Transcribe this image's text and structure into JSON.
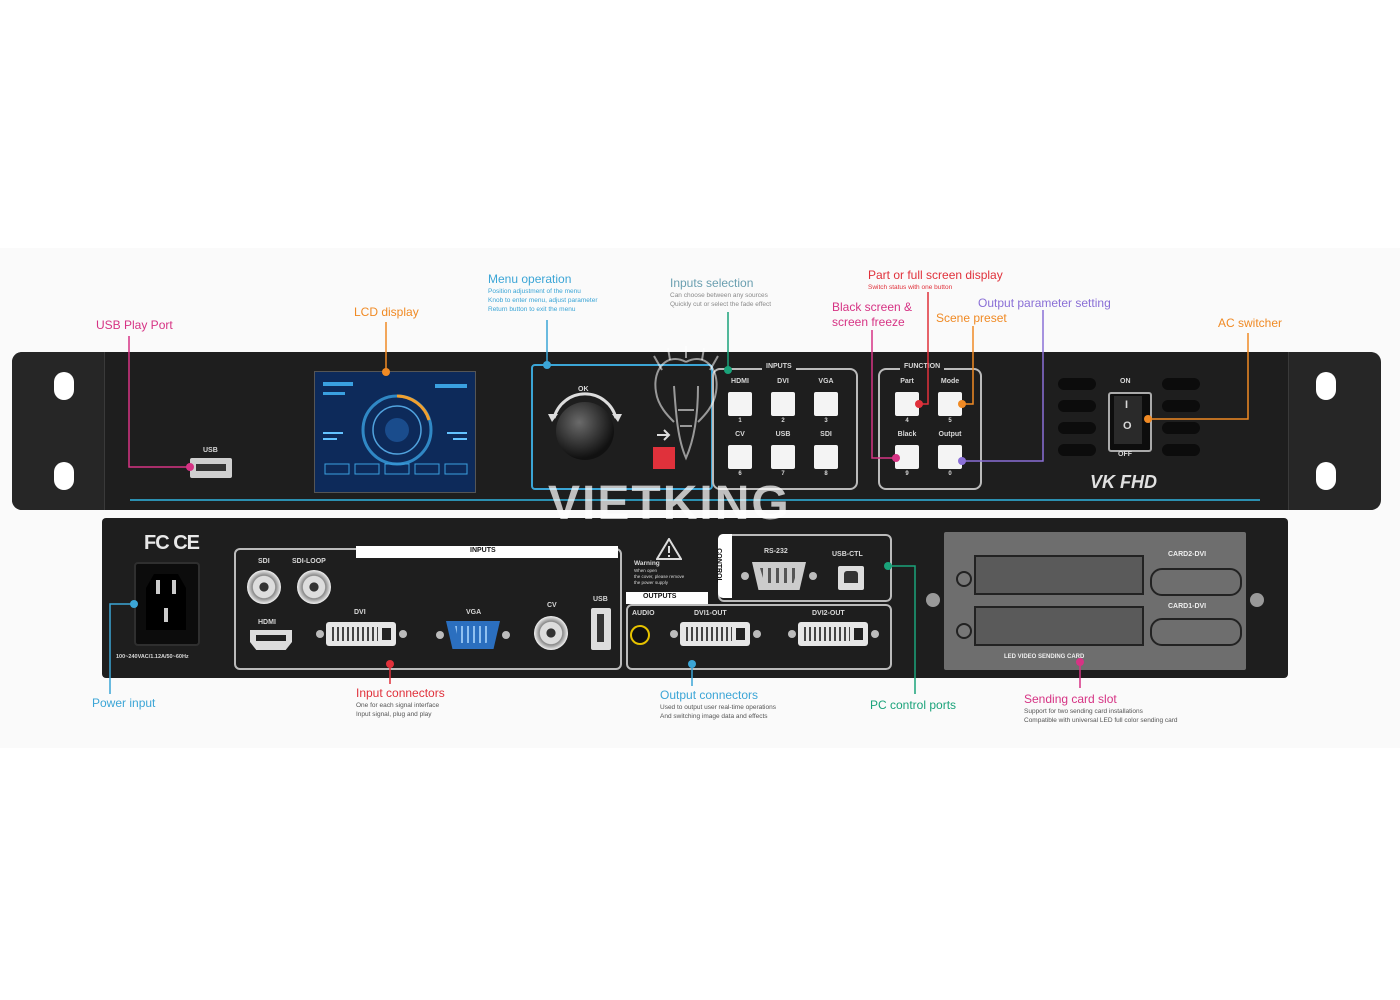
{
  "brand_watermark": "VIETKING",
  "model": "VK FHD",
  "colors": {
    "pink": "#d63384",
    "orange": "#f08a24",
    "blue": "#3ba5d6",
    "green": "#1aa37a",
    "purple": "#8a6fd6",
    "red_text": "#e0313b",
    "device_body": "#1e1e1e",
    "accent_line": "#2b8fb0"
  },
  "callouts": {
    "usb_play_port": "USB Play Port",
    "lcd_display": "LCD display",
    "menu_operation": {
      "title": "Menu operation",
      "desc": "Position adjustment of the menu\nKnob to enter menu, adjust parameter\nReturn button to exit the menu"
    },
    "inputs_selection": {
      "title": "Inputs selection",
      "desc": "Can choose between any sources\nQuickly cut or select the fade effect"
    },
    "part_full": {
      "title": "Part or full screen display",
      "desc": "Switch status with one button"
    },
    "black_screen": "Black screen &\nscreen freeze",
    "scene_preset": "Scene preset",
    "output_param": "Output parameter setting",
    "ac_switcher": "AC switcher",
    "power_input": "Power input",
    "input_connectors": {
      "title": "Input connectors",
      "desc": "One for each signal interface\nInput signal, plug and play"
    },
    "output_connectors": {
      "title": "Output connectors",
      "desc": "Used to output user real-time operations\nAnd switching image data and effects"
    },
    "pc_control": "PC control ports",
    "sending_card": {
      "title": "Sending card slot",
      "desc": "Support for two sending card installations\nCompatible with universal LED full color sending card"
    }
  },
  "front_panel": {
    "usb_label": "USB",
    "ok_label": "OK",
    "inputs_header": "INPUTS",
    "input_buttons": [
      {
        "label": "HDMI",
        "num": "1"
      },
      {
        "label": "DVI",
        "num": "2"
      },
      {
        "label": "VGA",
        "num": "3"
      },
      {
        "label": "CV",
        "num": "6"
      },
      {
        "label": "USB",
        "num": "7"
      },
      {
        "label": "SDI",
        "num": "8"
      }
    ],
    "function_header": "FUNCTION",
    "function_buttons": [
      {
        "label": "Part",
        "num": "4"
      },
      {
        "label": "Mode",
        "num": "5"
      },
      {
        "label": "Black",
        "num": "9"
      },
      {
        "label": "Output",
        "num": "0"
      }
    ],
    "switch_on": "ON",
    "switch_off": "OFF",
    "switch_i": "I",
    "switch_o": "O"
  },
  "rear_panel": {
    "cert": "FC CE",
    "power_rating": "100~240VAC/1.12A/50~60Hz",
    "inputs_header": "INPUTS",
    "sdi": "SDI",
    "sdi_loop": "SDI-LOOP",
    "hdmi": "HDMI",
    "dvi": "DVI",
    "vga": "VGA",
    "cv": "CV",
    "usb": "USB",
    "warning_title": "Warning",
    "warning_text": "When open\nthe cover, please remove\nthe power supply",
    "control_header": "CONTROL",
    "rs232": "RS-232",
    "usb_ctl": "USB-CTL",
    "outputs_header": "OUTPUTS",
    "audio": "AUDIO",
    "dvi1_out": "DVI1-OUT",
    "dvi2_out": "DVI2-OUT",
    "card2": "CARD2-DVI",
    "card1": "CARD1-DVI",
    "sending_card_caption": "LED VIDEO SENDING CARD"
  }
}
